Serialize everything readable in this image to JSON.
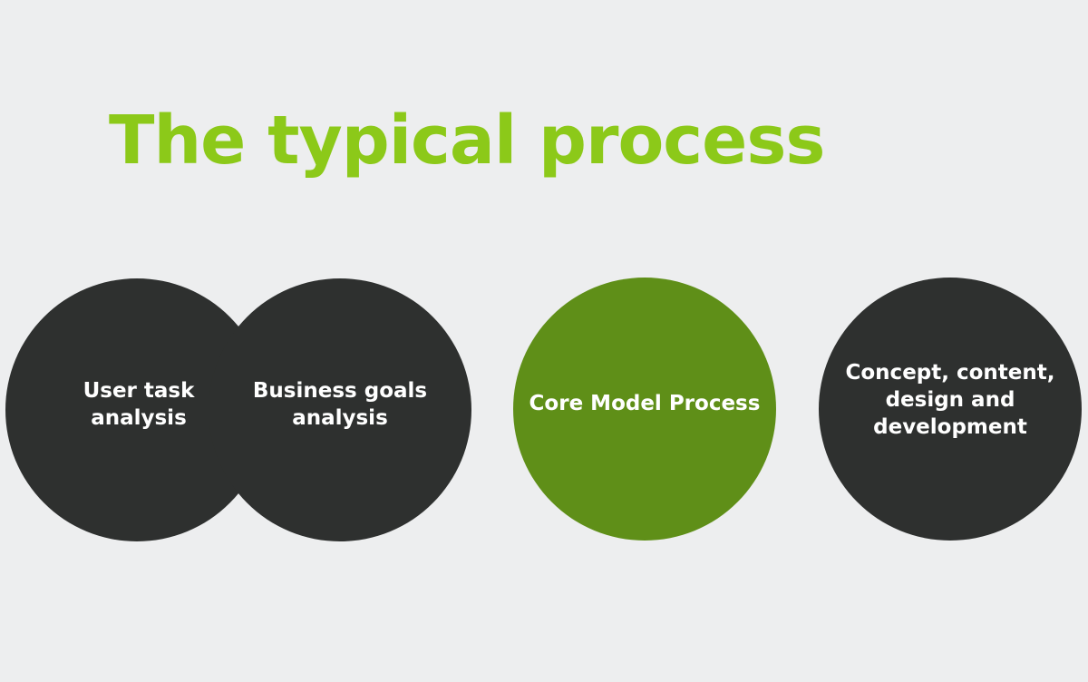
{
  "slide": {
    "title": "The typical process"
  },
  "circles": [
    {
      "id": "c1",
      "label": "User task\nanalysis"
    },
    {
      "id": "c2",
      "label": "Business goals\nanalysis"
    },
    {
      "id": "c3",
      "label": "Core Model Process"
    },
    {
      "id": "c4",
      "label": "Concept, content,\ndesign and\ndevelopment"
    }
  ],
  "colors": {
    "background": "#edeeef",
    "title": "#8cc919",
    "dark_circle": "#2e302f",
    "green_circle": "#5f8f18",
    "label_text": "#ffffff"
  }
}
